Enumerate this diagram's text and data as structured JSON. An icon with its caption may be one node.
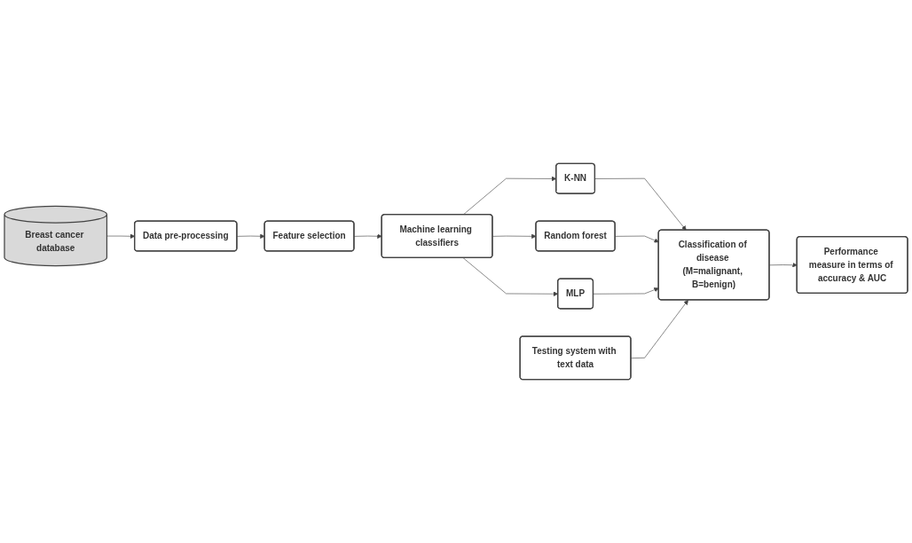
{
  "diagram": {
    "nodes": [
      {
        "text": [
          "Breast cancer database"
        ]
      },
      {
        "text": [
          "Data pre-processing"
        ]
      },
      {
        "text": [
          "Feature selection"
        ]
      },
      {
        "text": [
          "Machine learning classifiers"
        ]
      },
      {
        "text": [
          "K-NN"
        ]
      },
      {
        "text": [
          "Random forest"
        ]
      },
      {
        "text": [
          "MLP"
        ]
      },
      {
        "text": [
          "Testing system with text data"
        ]
      },
      {
        "text": [
          "Classification of disease (M=malignant, B=benign)"
        ]
      },
      {
        "text": [
          "Performance measure in terms of accuracy & AUC"
        ]
      }
    ],
    "edges": [
      {
        "from": 0,
        "to": 1,
        "arrow": "to"
      },
      {
        "from": 1,
        "to": 2,
        "arrow": "to"
      },
      {
        "from": 2,
        "to": 3,
        "arrow": "to"
      },
      {
        "from": 3,
        "to": 4,
        "arrow": "to"
      },
      {
        "from": 3,
        "to": 5,
        "arrow": "to"
      },
      {
        "from": 3,
        "to": 6,
        "arrow": "to"
      },
      {
        "from": 4,
        "to": 8,
        "arrow": "to"
      },
      {
        "from": 5,
        "to": 8,
        "arrow": "to"
      },
      {
        "from": 6,
        "to": 8,
        "arrow": "to"
      },
      {
        "from": 7,
        "to": 8,
        "arrow": "to"
      },
      {
        "from": 8,
        "to": 9,
        "arrow": "to"
      }
    ]
  }
}
